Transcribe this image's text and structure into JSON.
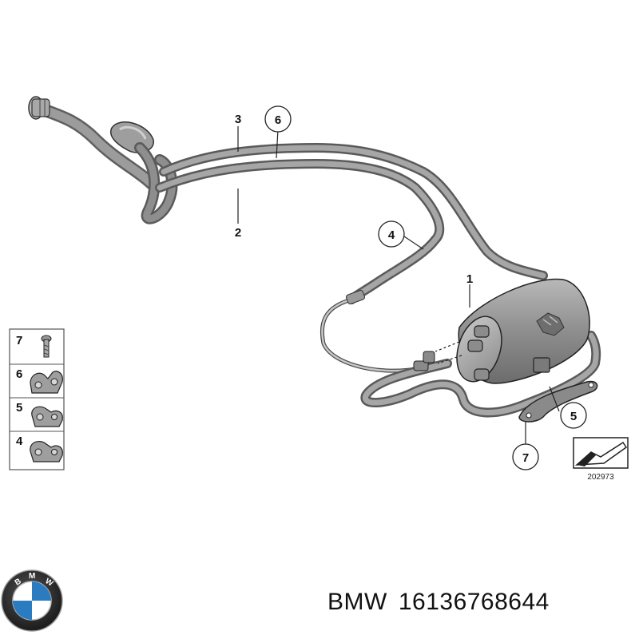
{
  "callouts": {
    "c1": "1",
    "c2": "2",
    "c3": "3",
    "c4": "4",
    "c5": "5",
    "c6": "6",
    "c7": "7"
  },
  "legend": [
    {
      "num": "7",
      "icon": "bolt-icon"
    },
    {
      "num": "6",
      "icon": "double-clip-icon"
    },
    {
      "num": "5",
      "icon": "clip-icon"
    },
    {
      "num": "4",
      "icon": "clip-icon"
    }
  ],
  "diagram_code": "202973",
  "footer": {
    "brand": "BMW",
    "part_number": "16136768644",
    "logo_letters": "BMW"
  },
  "colors": {
    "pipe": "#8a8a8a",
    "pipe_dark": "#5f5f5f",
    "canister": "#9a9a9a",
    "bmw_blue": "#2b7bc0"
  }
}
